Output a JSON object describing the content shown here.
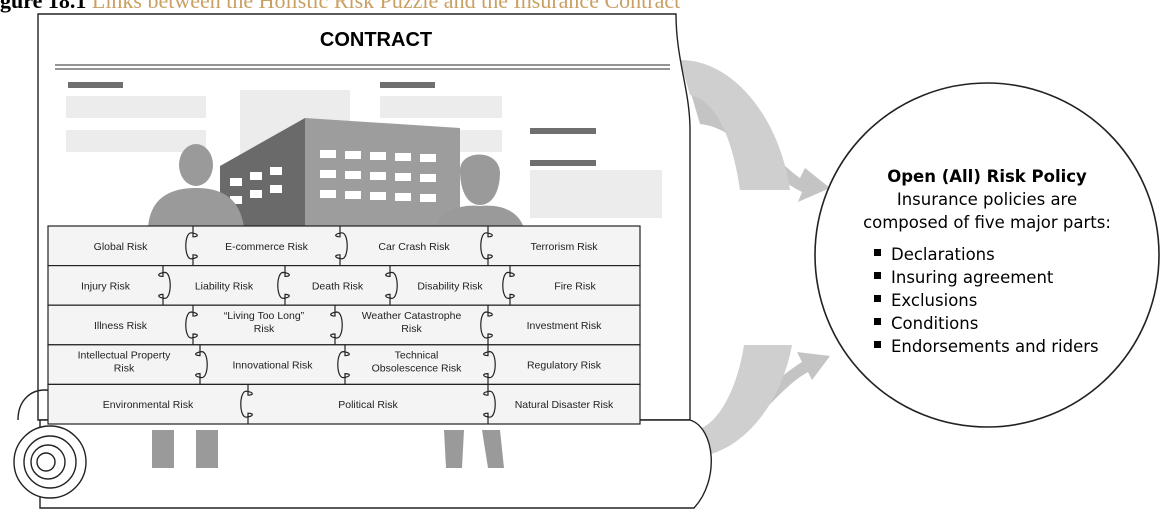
{
  "figure": {
    "label": "gure 18.1",
    "title": "Links between the Holistic Risk Puzzle and the Insurance Contract",
    "title_color": "#c9a063"
  },
  "contract": {
    "heading": "CONTRACT",
    "background_icons": [
      "office-building",
      "man-silhouette",
      "woman-silhouette"
    ]
  },
  "puzzle": {
    "rows": [
      [
        "Global Risk",
        "E-commerce Risk",
        "Car Crash Risk",
        "Terrorism Risk"
      ],
      [
        "Injury Risk",
        "Liability Risk",
        "Death Risk",
        "Disability Risk",
        "Fire Risk"
      ],
      [
        "Illness Risk",
        "“Living Too Long” Risk",
        "Weather Catastrophe Risk",
        "Investment Risk"
      ],
      [
        "Intellectual Property Risk",
        "Innovational Risk",
        "Technical Obsolescence Risk",
        "Regulatory Risk"
      ],
      [
        "Environmental Risk",
        "Political Risk",
        "Natural Disaster Risk"
      ]
    ]
  },
  "policy": {
    "title": "Open (All) Risk Policy",
    "subtitle_line1": "Insurance policies are",
    "subtitle_line2": "composed of five major parts:",
    "parts": [
      "Declarations",
      "Insuring agreement",
      "Exclusions",
      "Conditions",
      "Endorsements and riders"
    ]
  },
  "colors": {
    "paper": "#ffffff",
    "arrow": "#c4c4c4",
    "figure_gray": "#9a9a9a",
    "building_gray": "#7e7e7e"
  }
}
